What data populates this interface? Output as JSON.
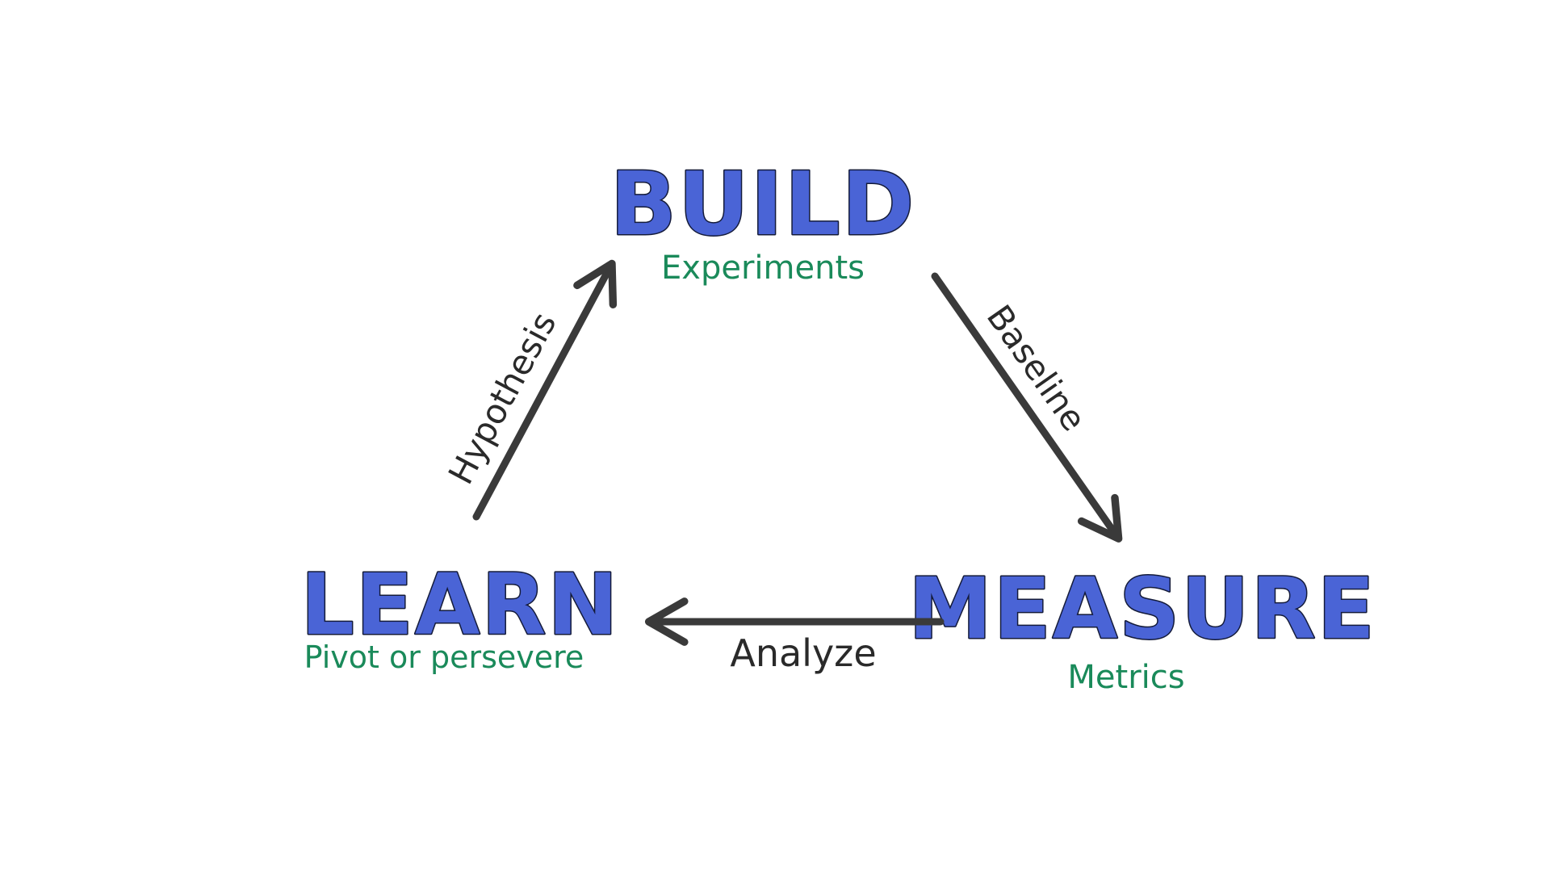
{
  "colors": {
    "node_fill": "#4a64d6",
    "node_outline": "#141b3a",
    "subtitle": "#1a8a5a",
    "arrow": "#3a3a3a",
    "edge_text": "#2a2a2a",
    "background": "#ffffff"
  },
  "nodes": {
    "build": {
      "title": "BUILD",
      "subtitle": "Experiments"
    },
    "measure": {
      "title": "MEASURE",
      "subtitle": "Metrics"
    },
    "learn": {
      "title": "LEARN",
      "subtitle": "Pivot or persevere"
    }
  },
  "edges": {
    "build_to_measure": "Baseline",
    "measure_to_learn": "Analyze",
    "learn_to_build": "Hypothesis"
  }
}
